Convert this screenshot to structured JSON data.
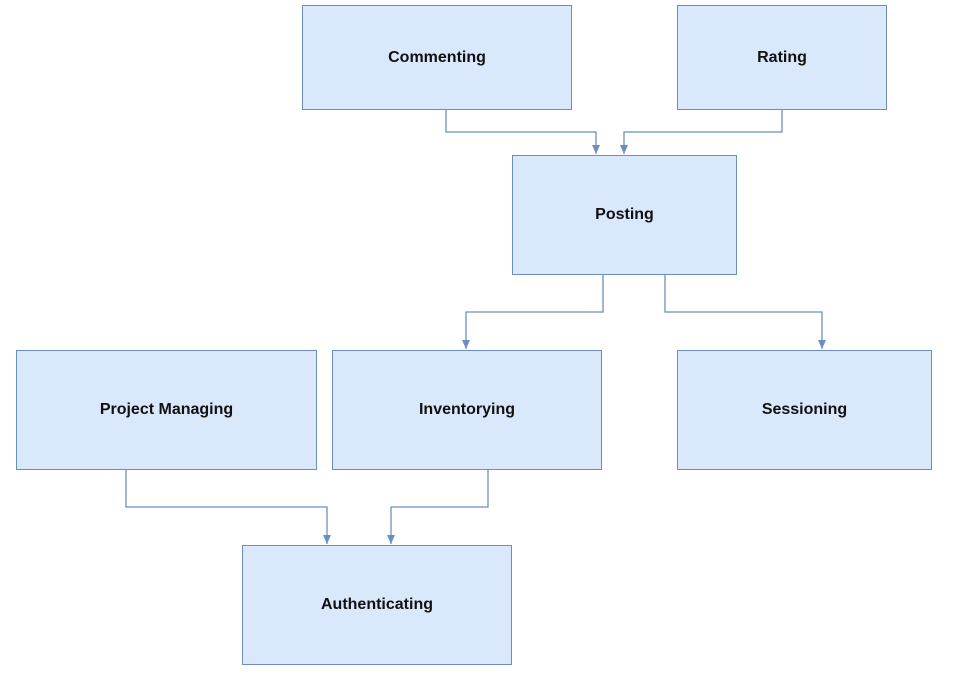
{
  "diagram": {
    "nodes": {
      "commenting": "Commenting",
      "rating": "Rating",
      "posting": "Posting",
      "project_managing": "Project Managing",
      "inventorying": "Inventorying",
      "sessioning": "Sessioning",
      "authenticating": "Authenticating"
    },
    "edges": [
      {
        "from": "Commenting",
        "to": "Posting"
      },
      {
        "from": "Rating",
        "to": "Posting"
      },
      {
        "from": "Posting",
        "to": "Inventorying"
      },
      {
        "from": "Posting",
        "to": "Sessioning"
      },
      {
        "from": "Project Managing",
        "to": "Authenticating"
      },
      {
        "from": "Inventorying",
        "to": "Authenticating"
      }
    ],
    "colors": {
      "node_fill": "#dae8fc",
      "node_stroke": "#6c8ebf",
      "edge": "#6c8ebf",
      "text": "#111111"
    }
  }
}
